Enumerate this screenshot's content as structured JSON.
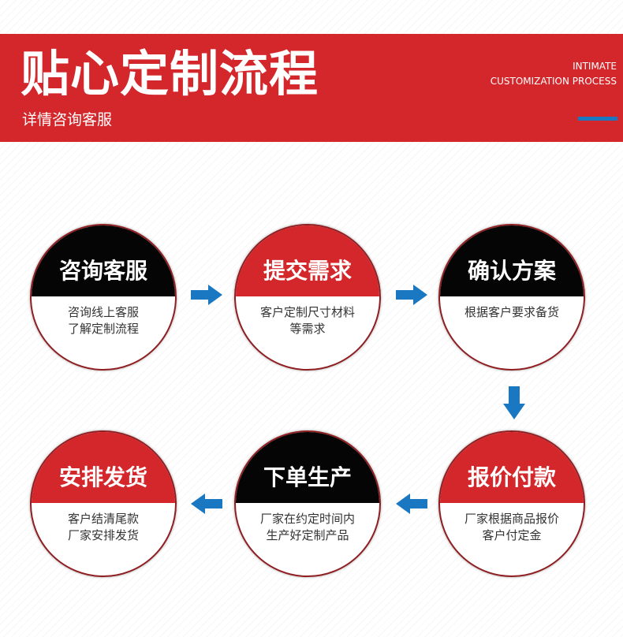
{
  "header": {
    "title": "贴心定制流程",
    "subtitle": "详情咨询客服",
    "en_line1": "INTIMATE",
    "en_line2": "CUSTOMIZATION PROCESS"
  },
  "steps": [
    {
      "title": "咨询客服",
      "line1": "咨询线上客服",
      "line2": "了解定制流程"
    },
    {
      "title": "提交需求",
      "line1": "客户定制尺寸材料",
      "line2": "等需求"
    },
    {
      "title": "确认方案",
      "line1": "根据客户要求备货",
      "line2": ""
    },
    {
      "title": "报价付款",
      "line1": "厂家根据商品报价",
      "line2": "客户付定金"
    },
    {
      "title": "下单生产",
      "line1": "厂家在约定时间内",
      "line2": "生产好定制产品"
    },
    {
      "title": "安排发货",
      "line1": "客户结清尾款",
      "line2": "厂家安排发货"
    }
  ],
  "colors": {
    "brand_red": "#d3272b",
    "black": "#050505",
    "arrow_blue": "#1a78c2"
  },
  "icons": {
    "arrow_right": "arrow-right-icon",
    "arrow_down": "arrow-down-icon",
    "arrow_left": "arrow-left-icon"
  }
}
